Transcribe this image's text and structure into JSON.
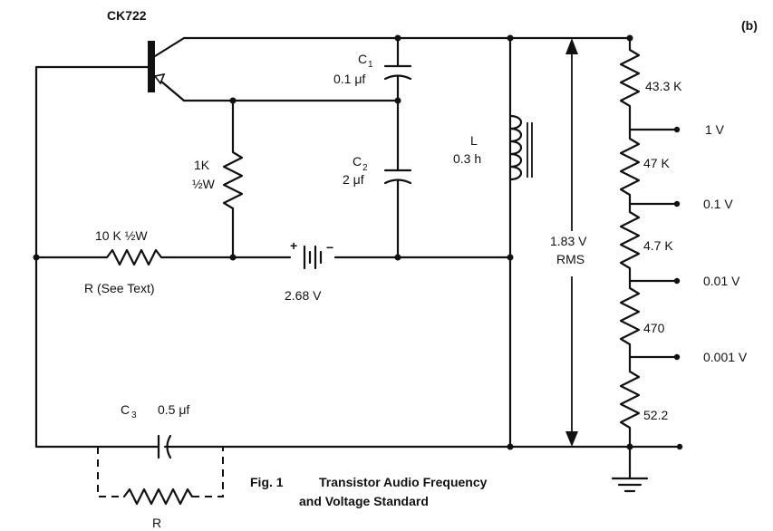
{
  "panel_label": "(b)",
  "transistor": {
    "label": "CK722"
  },
  "capacitors": {
    "c1": {
      "name": "C",
      "index": "1",
      "value": "0.1 μf"
    },
    "c2": {
      "name": "C",
      "index": "2",
      "value": "2 μf"
    },
    "c3": {
      "name": "C",
      "index": "3",
      "value": "0.5 μf"
    }
  },
  "resistors": {
    "r_1k": {
      "value": "1K",
      "power": "½W"
    },
    "r_10k": {
      "value": "10 K ½W",
      "note": "R (See Text)"
    },
    "r_parallel": {
      "label": "R"
    }
  },
  "battery": {
    "voltage": "2.68 V"
  },
  "inductor": {
    "name": "L",
    "value": "0.3 h"
  },
  "meter": {
    "value": "1.83 V",
    "unit": "RMS"
  },
  "divider": {
    "resistors": [
      "43.3 K",
      "47 K",
      "4.7 K",
      "470",
      "52.2"
    ],
    "outputs": [
      "1 V",
      "0.1 V",
      "0.01 V",
      "0.001 V"
    ]
  },
  "caption": {
    "fig": "Fig. 1",
    "line1": "Transistor Audio Frequency",
    "line2": "and Voltage Standard"
  }
}
